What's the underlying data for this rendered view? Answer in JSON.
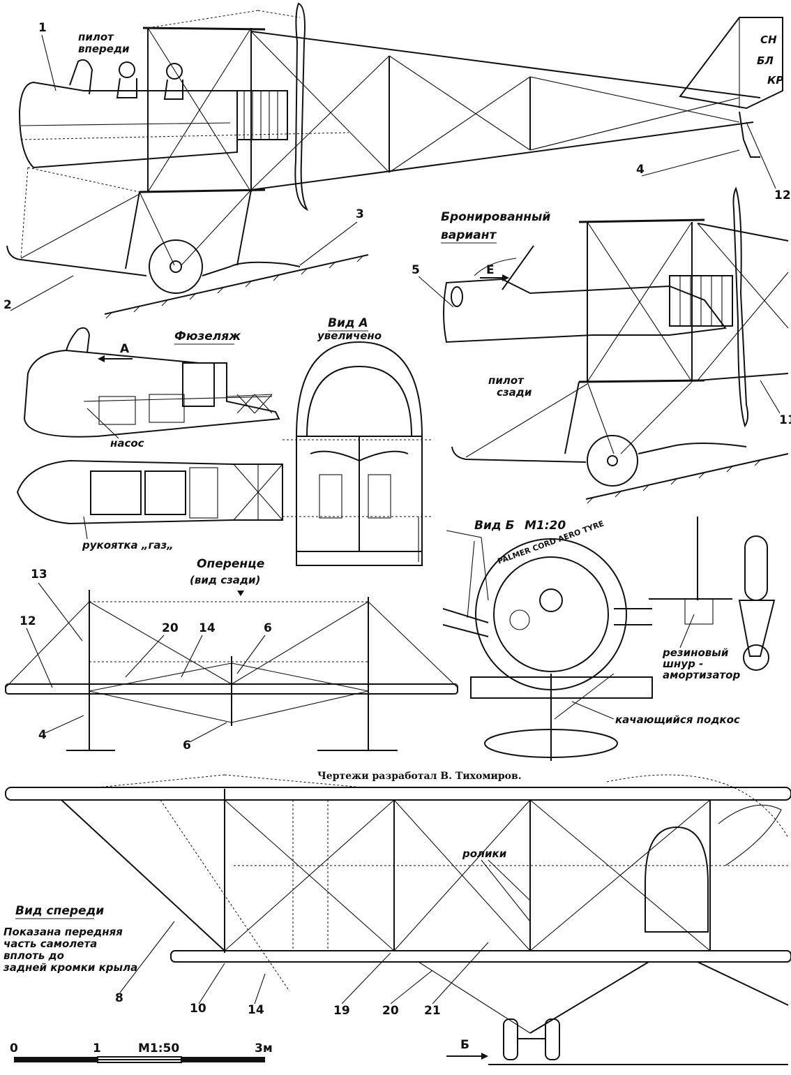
{
  "side_view": {
    "label_pilot_front": "пилот\nвпереди",
    "label_pilot_front_1": "пилот",
    "label_pilot_front_2": "впереди",
    "rudder_marks": [
      "СН",
      "БЛ",
      "КР"
    ],
    "numbers": [
      "1",
      "2",
      "3",
      "4",
      "12"
    ]
  },
  "armored_view": {
    "title_1": "Бронированный",
    "title_2": "вариант",
    "arrow_label": "Е",
    "label_pilot_rear_1": "пилот",
    "label_pilot_rear_2": "сзади",
    "numbers": [
      "5",
      "11"
    ]
  },
  "fuselage": {
    "title": "Фюзеляж",
    "arrow_label": "А",
    "label_pump": "насос",
    "label_throttle": "рукоятка „газ„"
  },
  "view_a": {
    "title": "Вид А",
    "subtitle": "увеличено"
  },
  "view_b": {
    "title": "Вид Б",
    "scale": "М1:20",
    "tyre_text": "PALMER CORD AERO TYRE",
    "label_cord_1": "резиновый",
    "label_cord_2": "шнур -",
    "label_cord_3": "амортизатор",
    "label_strut": "качающийся подкос"
  },
  "tail_view": {
    "title": "Оперенце",
    "subtitle": "(вид сзади)",
    "numbers": [
      "13",
      "12",
      "20",
      "14",
      "6",
      "4",
      "6"
    ]
  },
  "credit": "Чертежи разработал В. Тихомиров.",
  "front_view": {
    "title": "Вид спереди",
    "note_1": "Показана передняя",
    "note_2": "часть самолета",
    "note_3": "вплоть до",
    "note_4": "задней кромки крыла",
    "label_rollers": "ролики",
    "numbers": [
      "8",
      "10",
      "14",
      "19",
      "20",
      "21"
    ],
    "arrow_label": "Б"
  },
  "scale_bar": {
    "ticks": [
      "0",
      "1",
      "3м"
    ],
    "scale": "М1:50"
  }
}
